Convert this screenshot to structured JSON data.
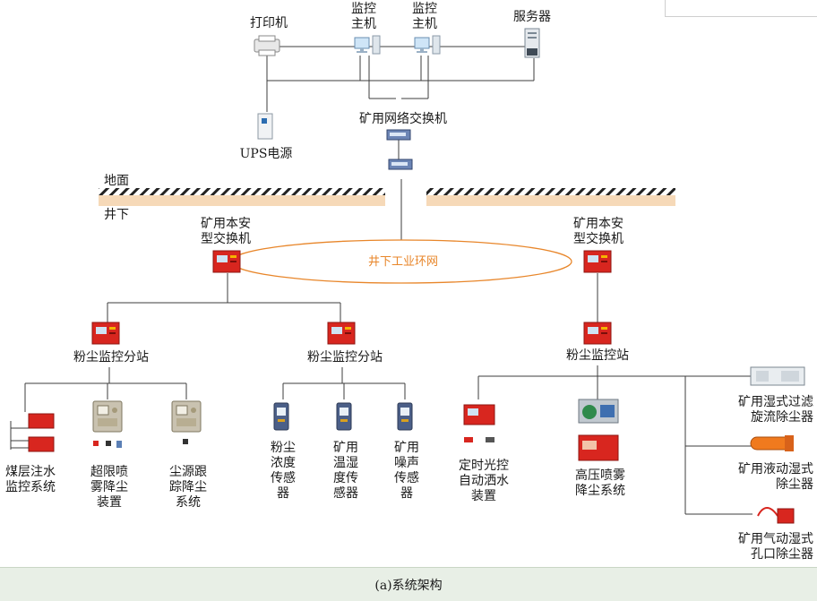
{
  "labels": {
    "printer": "打印机",
    "monitor_host_1": "监控\n主机",
    "monitor_host_2": "监控\n主机",
    "server": "服务器",
    "ups": "UPS电源",
    "network_switch": "矿用网络交换机",
    "ground": "地面",
    "underground": "井下",
    "ex_switch_left": "矿用本安\n型交换机",
    "ex_switch_right": "矿用本安\n型交换机",
    "ring_network": "井下工业环网",
    "substation_left": "粉尘监控分站",
    "substation_mid": "粉尘监控分站",
    "station_right": "粉尘监控站",
    "coal_injection": "煤层注水\n监控系统",
    "overlimit_spray": "超限喷\n雾降尘\n装置",
    "source_tracking": "尘源跟\n踪降尘\n系统",
    "dust_sensor": "粉尘\n浓度\n传感\n器",
    "temp_humidity_sensor": "矿用\n温湿\n度传\n感器",
    "noise_sensor": "矿用\n噪声\n传感\n器",
    "timed_sprinkler": "定时光控\n自动洒水\n装置",
    "high_pressure_spray": "高压喷雾\n降尘系统",
    "wet_filter_collector": "矿用湿式过滤\n旋流除尘器",
    "liquid_wet_collector": "矿用液动湿式\n除尘器",
    "pneumatic_wet_collector": "矿用气动湿式\n孔口除尘器"
  },
  "caption": "(a)系统架构",
  "colors": {
    "line": "#3c3c3c",
    "ground": "#f6d9b8",
    "ring": "#e8862a",
    "device_red": "#d8261f",
    "switch_blue": "#4f6fa8"
  },
  "icons": {
    "printer": "printer-icon",
    "monitor": "computer-icon",
    "server": "server-icon",
    "ups": "ups-icon",
    "network_switch": "network-switch-icon",
    "ex_switch": "red-switch-icon",
    "substation": "red-substation-icon",
    "sensor": "sensor-icon",
    "dust_collector": "dust-collector-icon"
  }
}
